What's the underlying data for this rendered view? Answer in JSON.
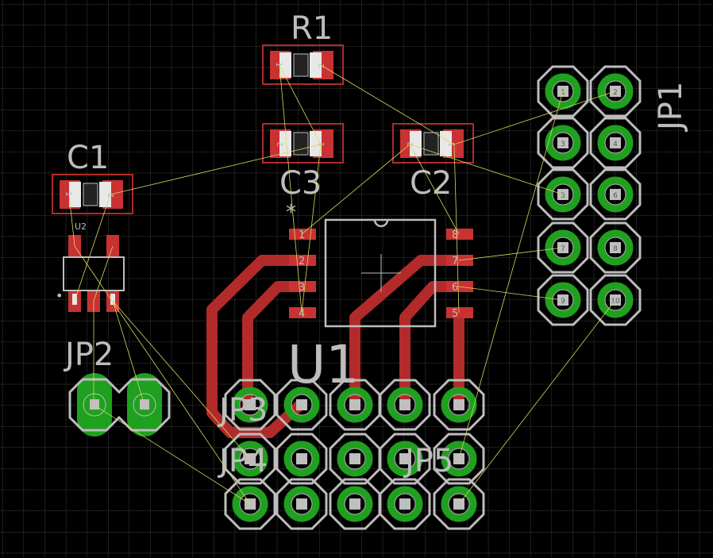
{
  "colors": {
    "background": "#000000",
    "grid": "#3a3a3a",
    "silkscreen": "#bdbdbd",
    "copper_top": "#b22a2a",
    "smd_pad": "#c83232",
    "via_ring": "#1fa01f",
    "drill": "#bfbfbf",
    "airwire": "#d8d860",
    "resistor_body": "#e8e8e8"
  },
  "labels": {
    "r1": "R1",
    "c1": "C1",
    "c2": "C2",
    "c3": "C3",
    "u1": "U1",
    "u2": "U2",
    "jp1": "JP1",
    "jp2": "JP2",
    "jp3": "JP3",
    "jp4": "JP4",
    "jp5": "JP5",
    "pin1_marker": "*",
    "dot_marker": "•"
  },
  "passive_pin_labels": [
    "1",
    "2"
  ],
  "u1_pins": {
    "left": [
      "1",
      "2",
      "3",
      "4"
    ],
    "right": [
      "8",
      "7",
      "6",
      "5"
    ]
  },
  "jp1_pin_numbers": [
    "1",
    "2",
    "3",
    "4",
    "5",
    "6",
    "7",
    "8",
    "9",
    "10"
  ]
}
